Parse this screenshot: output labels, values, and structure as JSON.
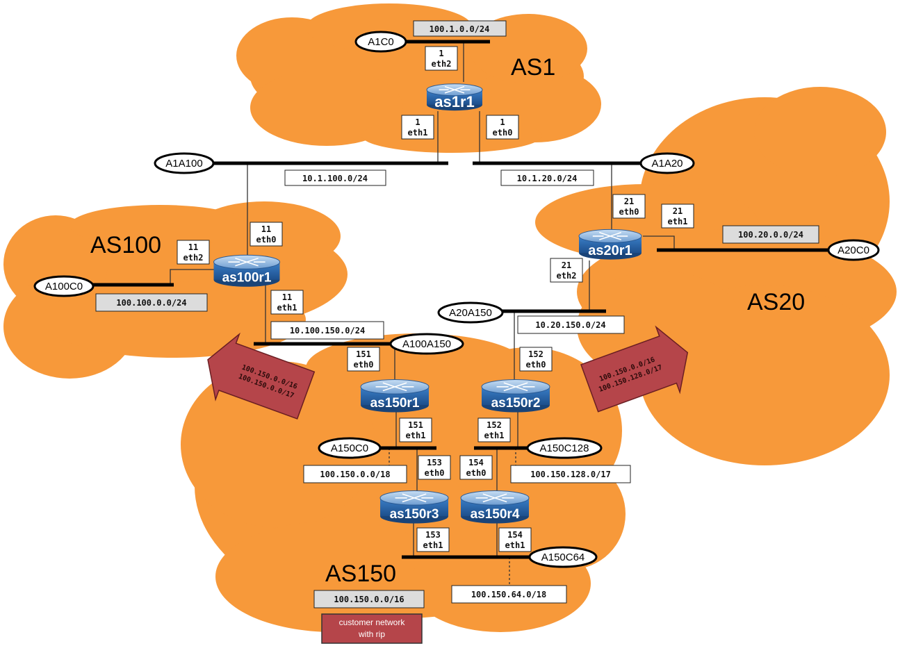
{
  "autonomous_systems": {
    "as1": "AS1",
    "as20": "AS20",
    "as100": "AS100",
    "as150": "AS150"
  },
  "routers": {
    "as1r1": "as1r1",
    "as20r1": "as20r1",
    "as100r1": "as100r1",
    "as150r1": "as150r1",
    "as150r2": "as150r2",
    "as150r3": "as150r3",
    "as150r4": "as150r4"
  },
  "collision_domains": {
    "a1c0": "A1C0",
    "a1a100": "A1A100",
    "a1a20": "A1A20",
    "a20c0": "A20C0",
    "a100c0": "A100C0",
    "a20a150": "A20A150",
    "a100a150": "A100A150",
    "a150c0": "A150C0",
    "a150c128": "A150C128",
    "a150c64": "A150C64"
  },
  "subnets": {
    "as1_lan": "100.1.0.0/24",
    "as1_as100": "10.1.100.0/24",
    "as1_as20": "10.1.20.0/24",
    "as20_lan": "100.20.0.0/24",
    "as100_lan": "100.100.0.0/24",
    "as100_as150": "10.100.150.0/24",
    "as20_as150": "10.20.150.0/24",
    "as150_c0": "100.150.0.0/18",
    "as150_c128": "100.150.128.0/17",
    "as150_c64": "100.150.64.0/18",
    "as150_total": "100.150.0.0/16"
  },
  "interfaces": {
    "as1r1_eth2": {
      "num": "1",
      "name": "eth2"
    },
    "as1r1_eth1": {
      "num": "1",
      "name": "eth1"
    },
    "as1r1_eth0": {
      "num": "1",
      "name": "eth0"
    },
    "as20r1_eth0": {
      "num": "21",
      "name": "eth0"
    },
    "as20r1_eth1": {
      "num": "21",
      "name": "eth1"
    },
    "as20r1_eth2": {
      "num": "21",
      "name": "eth2"
    },
    "as100r1_eth0": {
      "num": "11",
      "name": "eth0"
    },
    "as100r1_eth2": {
      "num": "11",
      "name": "eth2"
    },
    "as100r1_eth1": {
      "num": "11",
      "name": "eth1"
    },
    "as150r1_eth0": {
      "num": "151",
      "name": "eth0"
    },
    "as150r1_eth1": {
      "num": "151",
      "name": "eth1"
    },
    "as150r2_eth0": {
      "num": "152",
      "name": "eth0"
    },
    "as150r2_eth1": {
      "num": "152",
      "name": "eth1"
    },
    "as150r3_eth0": {
      "num": "153",
      "name": "eth0"
    },
    "as150r3_eth1": {
      "num": "153",
      "name": "eth1"
    },
    "as150r4_eth0": {
      "num": "154",
      "name": "eth0"
    },
    "as150r4_eth1": {
      "num": "154",
      "name": "eth1"
    }
  },
  "announcements": {
    "to_as100": {
      "line1": "100.150.0.0/16",
      "line2": "100.150.0.0/17"
    },
    "to_as20": {
      "line1": "100.150.0.0/16",
      "line2": "100.150.128.0/17"
    }
  },
  "customer_note": {
    "line1": "customer network",
    "line2": "with rip"
  },
  "colors": {
    "cloud": "#f7993a",
    "router_body": "#2f6bb0",
    "router_top": "#8fb7e0",
    "arrow": "#b5454a"
  }
}
